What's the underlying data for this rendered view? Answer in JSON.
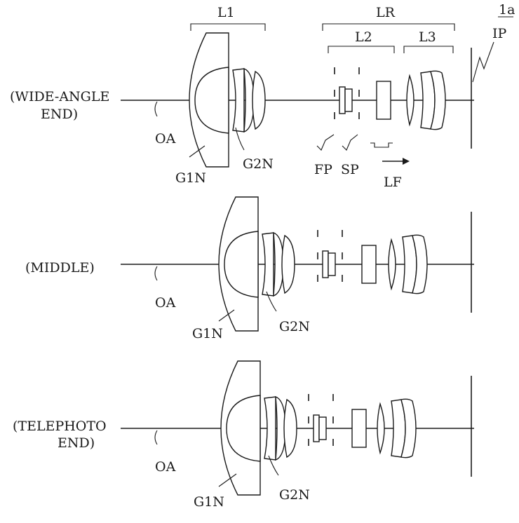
{
  "figure_id": "1a",
  "labels": {
    "L1": "L1",
    "LR": "LR",
    "L2": "L2",
    "L3": "L3",
    "IP": "IP",
    "OA": "OA",
    "G1N": "G1N",
    "G2N": "G2N",
    "FP": "FP",
    "SP": "SP",
    "LF": "LF"
  },
  "states": [
    {
      "line1": "(WIDE-ANGLE",
      "line2": "END)"
    },
    {
      "line1": "(MIDDLE)",
      "line2": ""
    },
    {
      "line1": "(TELEPHOTO",
      "line2": "END)"
    }
  ]
}
